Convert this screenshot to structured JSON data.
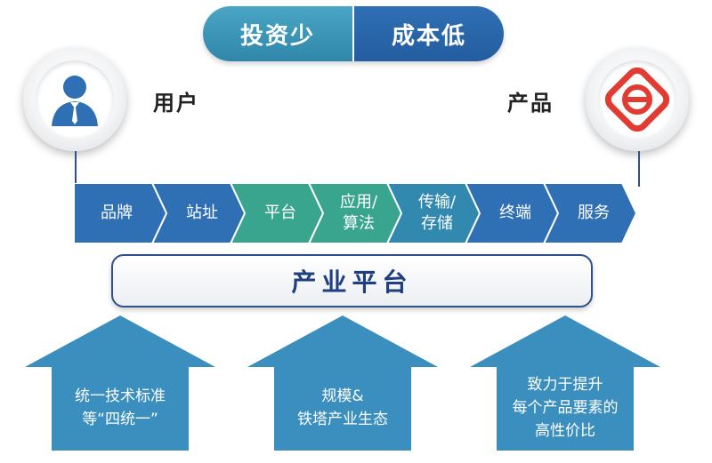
{
  "top_pill": {
    "left": "投资少",
    "right": "成本低"
  },
  "user": {
    "label": "用户"
  },
  "product": {
    "label": "产品"
  },
  "chain": [
    {
      "label": "品牌",
      "color": "#2f6fb3"
    },
    {
      "label": "站址",
      "color": "#2f6fb3"
    },
    {
      "label": "平台",
      "color": "#3aa58f"
    },
    {
      "label": "应用/\n算法",
      "color": "#3aa58f"
    },
    {
      "label": "传输/\n存储",
      "color": "#3189b0"
    },
    {
      "label": "终端",
      "color": "#2f6fb3"
    },
    {
      "label": "服务",
      "color": "#2f6fb3"
    }
  ],
  "platform": {
    "label": "产业平台"
  },
  "pillars": [
    {
      "text": "统一技术标准\n等“四统一”"
    },
    {
      "text": "规模&\n铁塔产业生态"
    },
    {
      "text": "致力于提升\n每个产品要素的\n高性价比"
    }
  ],
  "colors": {
    "accent_blue": "#2f6fb3",
    "accent_green": "#3aa58f",
    "pillar_blue": "#3a8fbe",
    "logo_red": "#e23b32"
  }
}
